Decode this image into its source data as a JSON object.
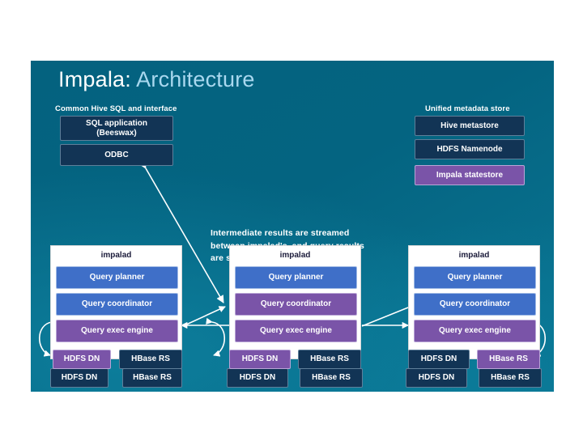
{
  "slide": {
    "title_primary": "Impala:",
    "title_secondary": "Architecture",
    "background_color": "#04627f",
    "accent_blue": "#3f6fc8",
    "accent_purple": "#7a54a8",
    "accent_navy": "#123455"
  },
  "left_group": {
    "caption": "Common Hive SQL and interface",
    "boxes": [
      {
        "label": "SQL application\n(Beeswax)",
        "line1": "SQL application",
        "line2": "(Beeswax)",
        "color": "navy"
      },
      {
        "label": "ODBC",
        "color": "navy"
      }
    ]
  },
  "right_group": {
    "caption": "Unified metadata store",
    "boxes": [
      {
        "label": "Hive metastore",
        "color": "navy"
      },
      {
        "label": "HDFS Namenode",
        "color": "navy"
      },
      {
        "label": "Impala statestore",
        "color": "purple"
      }
    ]
  },
  "note": {
    "line1": "Intermediate results are streamed",
    "line2": "between impalad's, and query results",
    "line3": "are streamed back to the client"
  },
  "impalad_nodes": [
    {
      "header": "impalad",
      "rows": [
        {
          "label": "Query planner",
          "color": "blue"
        },
        {
          "label": "Query coordinator",
          "color": "blue"
        },
        {
          "label": "Query exec engine",
          "color": "purple"
        }
      ],
      "storage": [
        {
          "label": "HDFS DN",
          "color": "purple"
        },
        {
          "label": "HBase RS",
          "color": "navy"
        }
      ],
      "storage_shadow": [
        {
          "label": "HDFS DN",
          "color": "navy"
        },
        {
          "label": "HBase RS",
          "color": "navy"
        }
      ]
    },
    {
      "header": "impalad",
      "rows": [
        {
          "label": "Query planner",
          "color": "blue"
        },
        {
          "label": "Query coordinator",
          "color": "purple"
        },
        {
          "label": "Query exec engine",
          "color": "purple"
        }
      ],
      "storage": [
        {
          "label": "HDFS DN",
          "color": "purple"
        },
        {
          "label": "HBase RS",
          "color": "navy"
        }
      ],
      "storage_shadow": [
        {
          "label": "HDFS DN",
          "color": "navy"
        },
        {
          "label": "HBase RS",
          "color": "navy"
        }
      ]
    },
    {
      "header": "impalad",
      "rows": [
        {
          "label": "Query planner",
          "color": "blue"
        },
        {
          "label": "Query coordinator",
          "color": "blue"
        },
        {
          "label": "Query exec engine",
          "color": "purple"
        }
      ],
      "storage": [
        {
          "label": "HDFS DN",
          "color": "navy"
        },
        {
          "label": "HBase RS",
          "color": "purple"
        }
      ],
      "storage_shadow": [
        {
          "label": "HDFS DN",
          "color": "navy"
        },
        {
          "label": "HBase RS",
          "color": "navy"
        }
      ]
    }
  ]
}
